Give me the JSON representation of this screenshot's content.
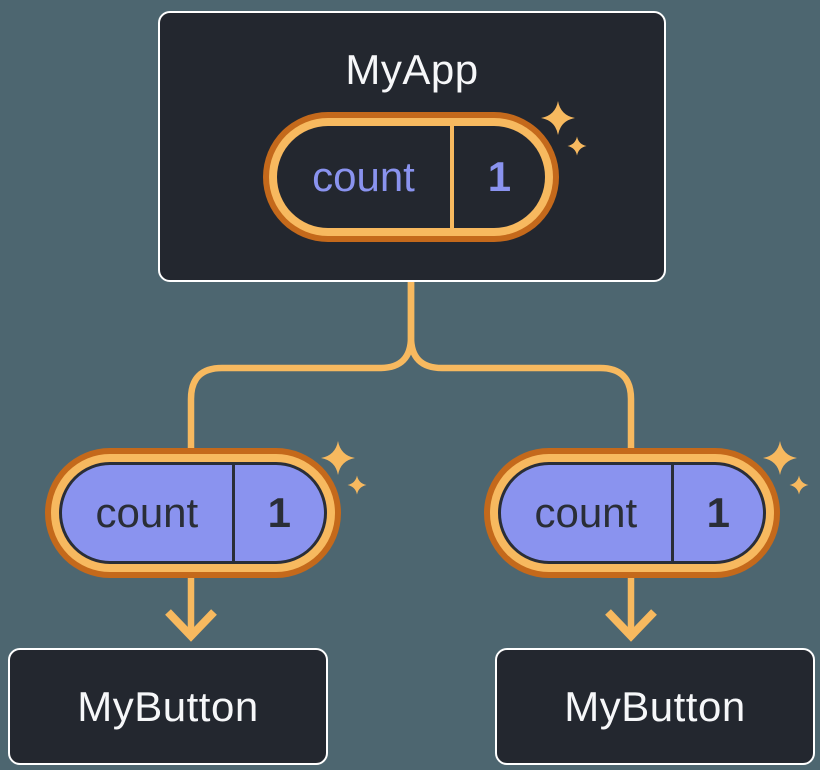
{
  "diagram": {
    "description": "React component tree: parent state passed down as props",
    "root_node": {
      "title": "MyApp",
      "state_pill": {
        "label": "count",
        "value": "1"
      }
    },
    "child_nodes": [
      {
        "title": "MyButton",
        "prop_pill": {
          "label": "count",
          "value": "1"
        }
      },
      {
        "title": "MyButton",
        "prop_pill": {
          "label": "count",
          "value": "1"
        }
      }
    ],
    "icons": {
      "sparkle": "four-point-star-sparkle",
      "arrow": "chevron-arrow-down",
      "connector": "forked-tree-lines"
    },
    "colors": {
      "background": "#4D6670",
      "node_background": "#23272F",
      "node_border": "#FFFFFF",
      "node_title_text": "#F6F7F9",
      "accent_orange_light": "#F7B95F",
      "accent_orange_dark": "#C4691B",
      "pill_purple": "#8A93EF",
      "pill_dark_text": "#2A2E37"
    }
  }
}
